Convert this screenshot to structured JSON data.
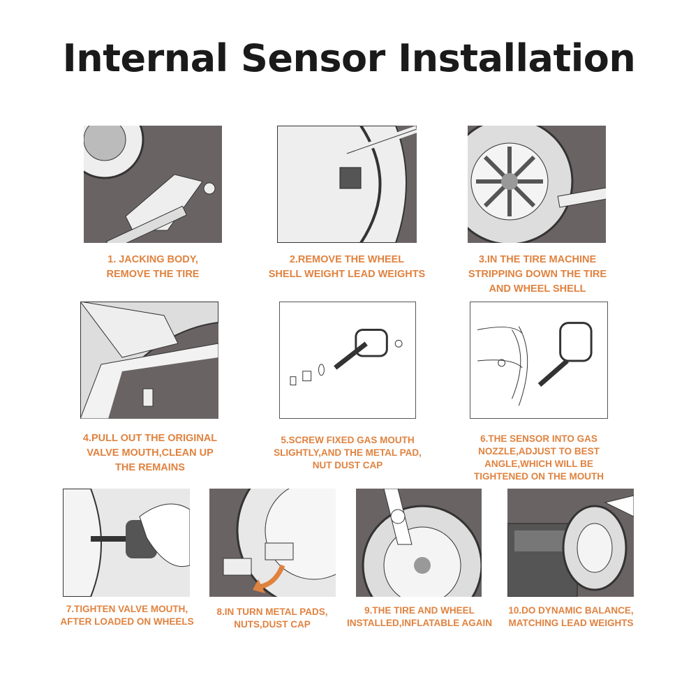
{
  "title": "Internal Sensor Installation",
  "colors": {
    "caption": "#e0823f",
    "panel_dark": "#6a6364",
    "title": "#1a1a1a"
  },
  "steps": [
    {
      "lines": [
        "1. JACKING BODY,",
        "REMOVE THE TIRE"
      ]
    },
    {
      "lines": [
        "2.REMOVE THE WHEEL",
        "SHELL WEIGHT LEAD WEIGHTS"
      ]
    },
    {
      "lines": [
        "3.IN THE TIRE MACHINE",
        "STRIPPING DOWN THE TIRE",
        "AND WHEEL SHELL"
      ]
    },
    {
      "lines": [
        "4.PULL OUT THE ORIGINAL",
        "VALVE MOUTH,CLEAN UP",
        "THE REMAINS"
      ]
    },
    {
      "lines": [
        "5.SCREW FIXED GAS MOUTH",
        "SLIGHTLY,AND THE METAL PAD,",
        "NUT DUST CAP"
      ]
    },
    {
      "lines": [
        "6.THE SENSOR INTO GAS",
        "NOZZLE,ADJUST TO BEST",
        "ANGLE,WHICH WILL BE",
        "TIGHTENED ON THE MOUTH"
      ]
    },
    {
      "lines": [
        "7.TIGHTEN VALVE MOUTH,",
        "AFTER LOADED ON WHEELS"
      ]
    },
    {
      "lines": [
        "8.IN TURN METAL PADS,",
        "NUTS,DUST CAP"
      ]
    },
    {
      "lines": [
        "9.THE TIRE AND WHEEL",
        "INSTALLED,INFLATABLE AGAIN"
      ]
    },
    {
      "lines": [
        "10.DO DYNAMIC BALANCE,",
        "MATCHING LEAD WEIGHTS"
      ]
    }
  ]
}
